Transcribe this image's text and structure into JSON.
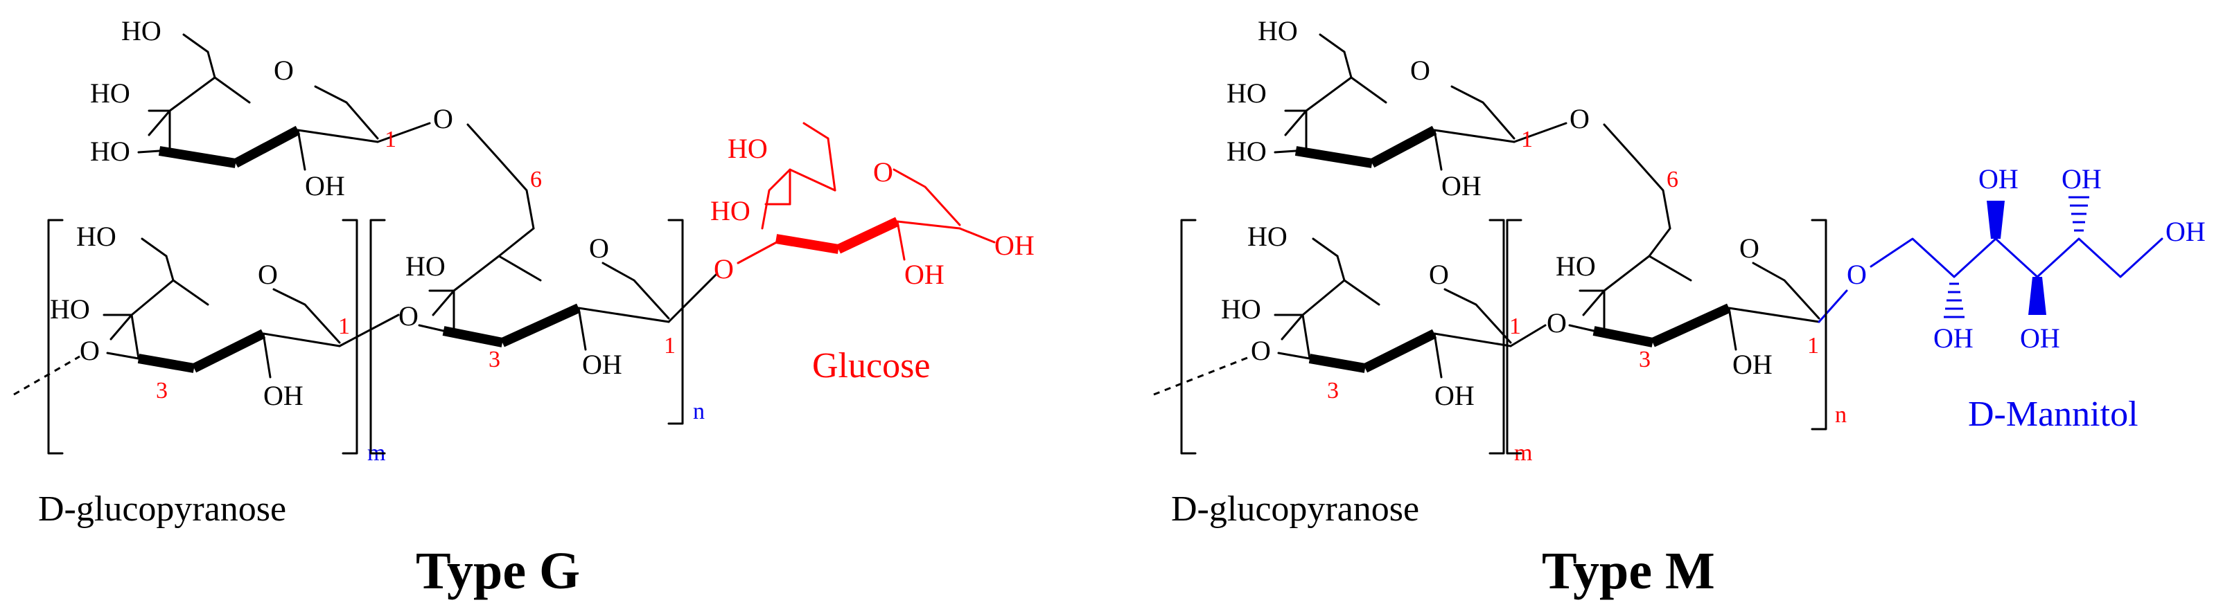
{
  "colors": {
    "structure": "#000000",
    "glucose": "#ff0000",
    "mannitol": "#0000ee"
  },
  "atoms": {
    "hydroxyl": "HO",
    "hydroxyl_right": "OH",
    "oxygen": "O"
  },
  "position_labels": {
    "c1": "1",
    "c3": "3",
    "c6": "6"
  },
  "repeat_subscripts": {
    "m": "m",
    "n": "n"
  },
  "type_g": {
    "title": "Type G",
    "backbone_label": "D-glucopyranose",
    "end_group_label": "Glucose"
  },
  "type_m": {
    "title": "Type M",
    "backbone_label": "D-glucopyranose",
    "end_group_label": "D-Mannitol"
  }
}
